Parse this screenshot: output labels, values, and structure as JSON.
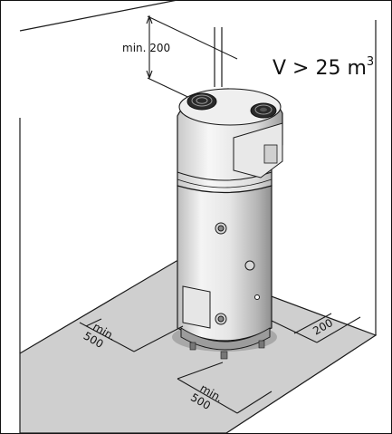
{
  "labels": {
    "height_min_label": "min. 200",
    "volume_prefix": "V > 25 m",
    "volume_exponent": "3",
    "left_min_label": "min.",
    "left_min_value": "500",
    "front_min_label": "min.",
    "front_min_value": "500",
    "side_value": "200"
  },
  "colors": {
    "floor": "#cfcfcf",
    "tank_light": "#f2f2f2",
    "tank_mid": "#d9d9d9",
    "tank_dark": "#9a9a9a",
    "line": "#1a1a1a"
  }
}
